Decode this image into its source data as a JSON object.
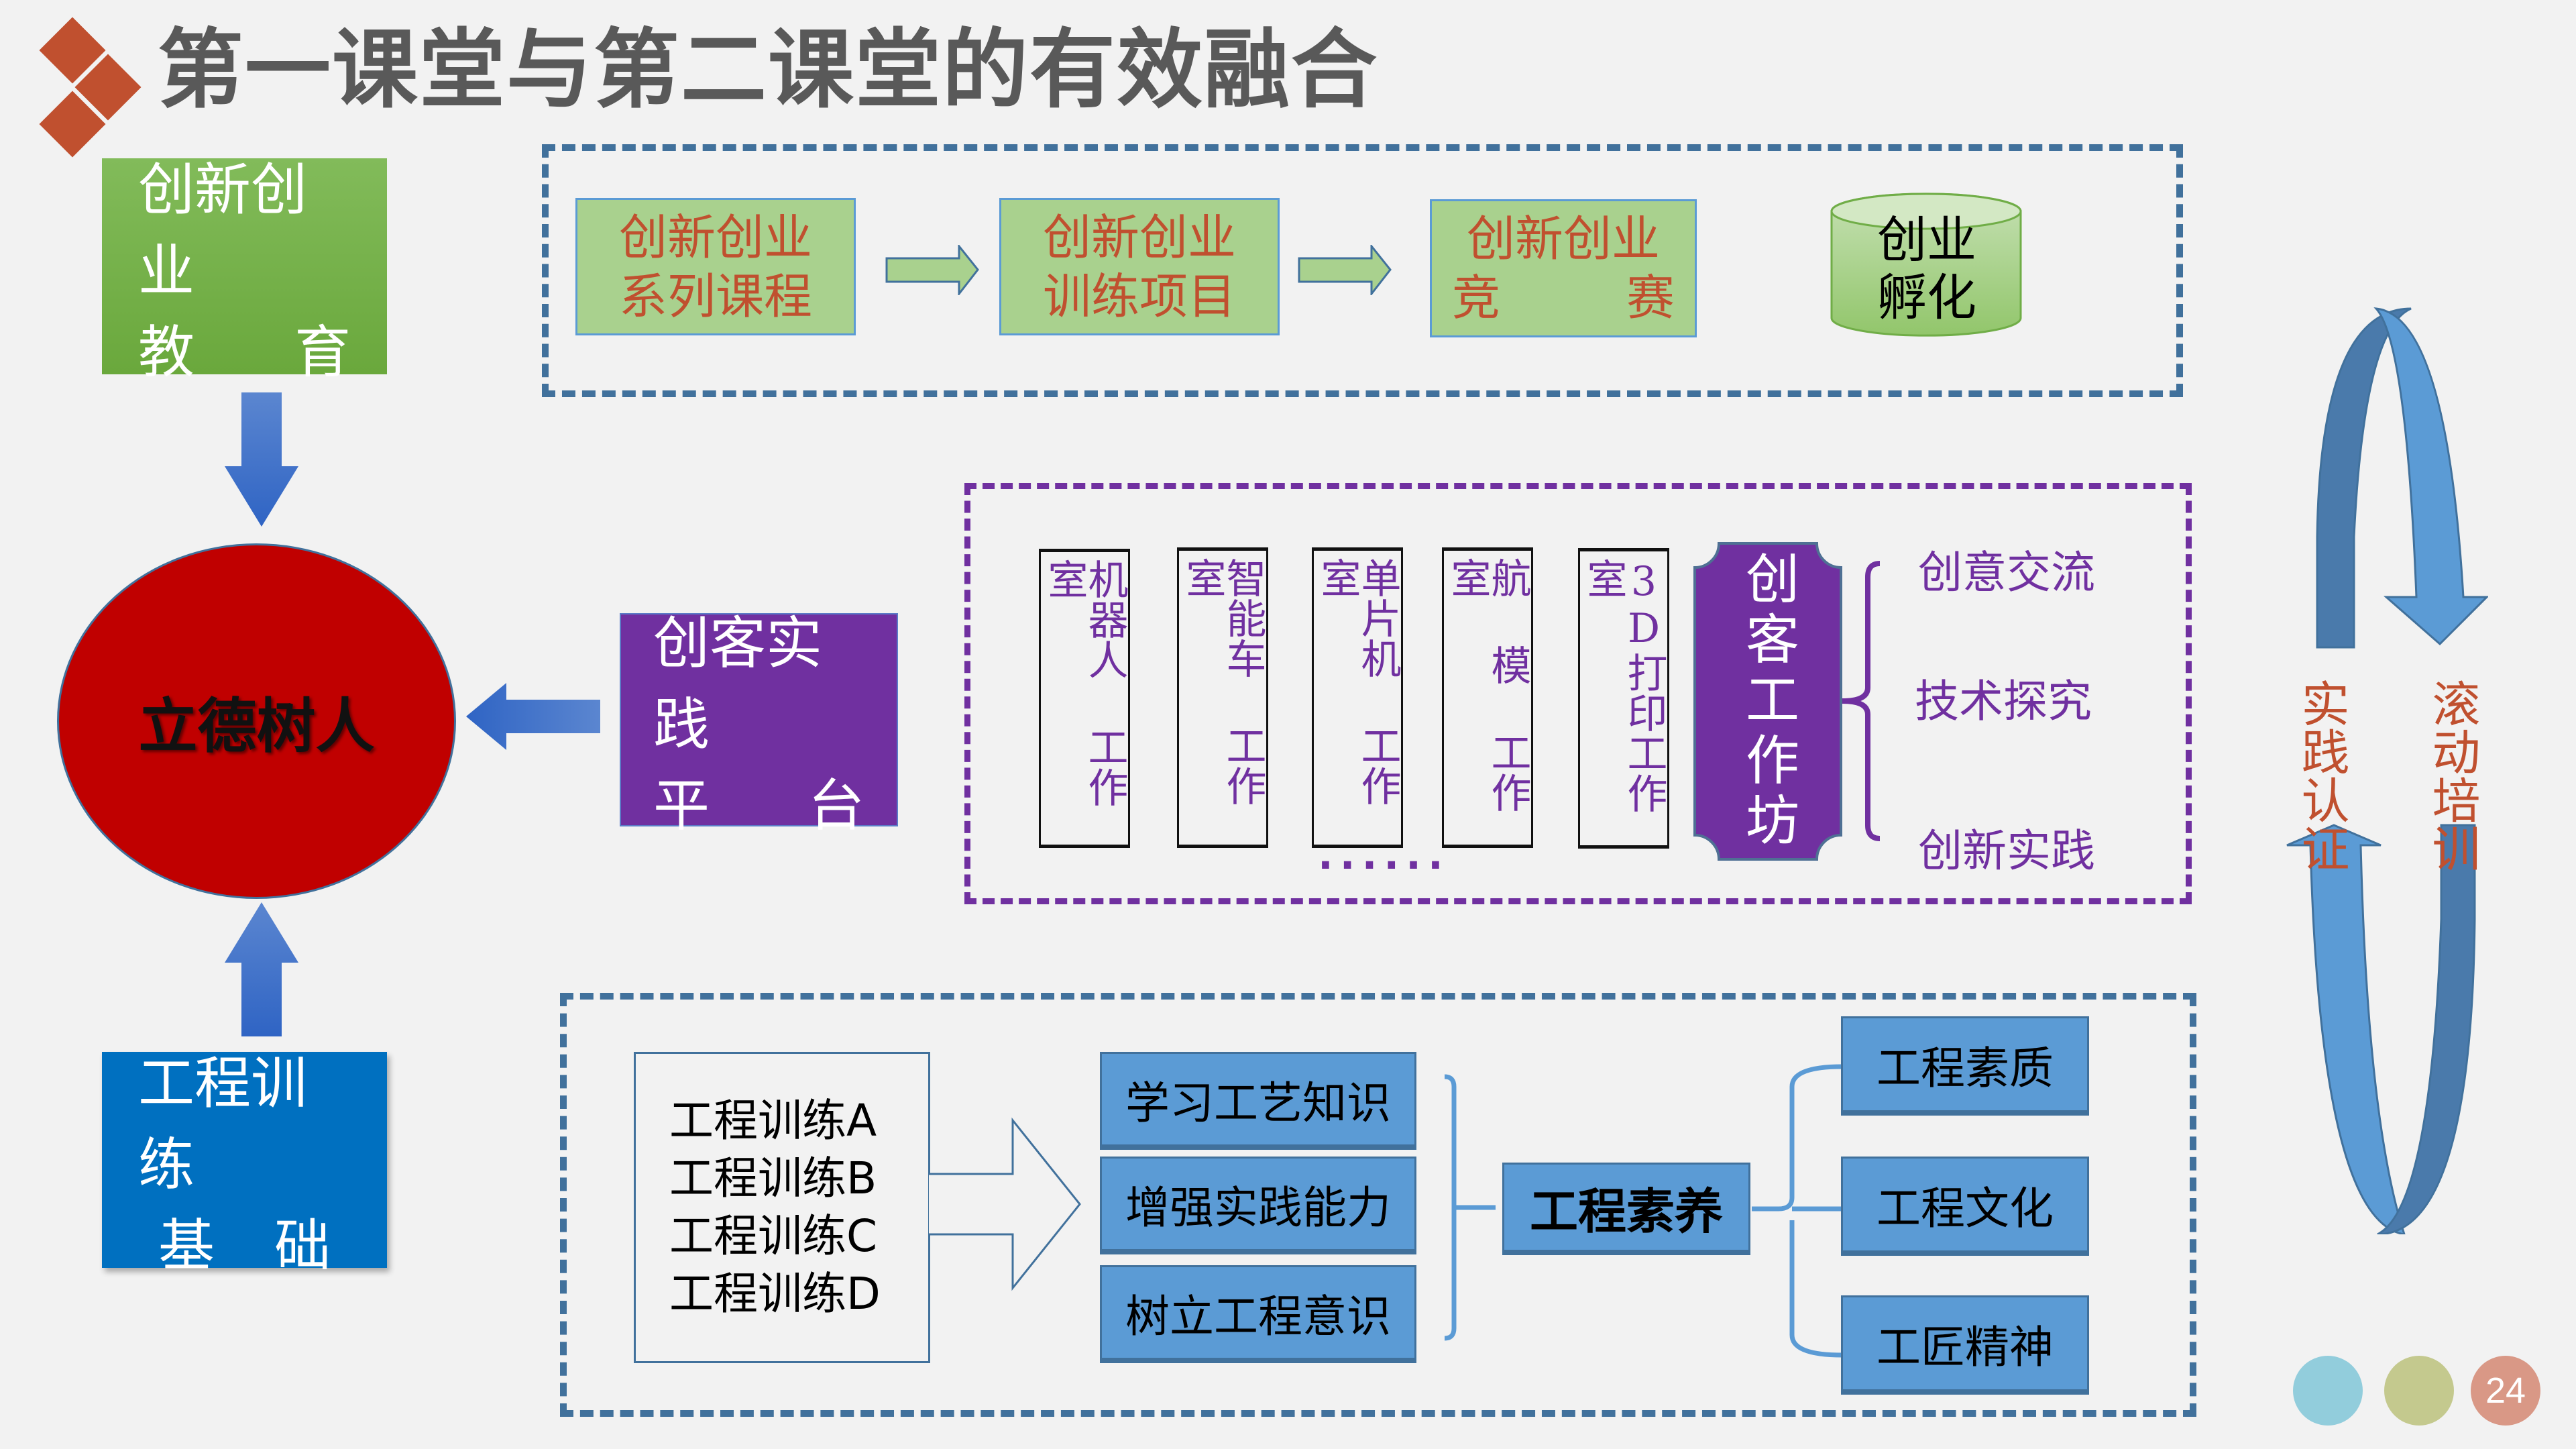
{
  "title": "第一课堂与第二课堂的有效融合",
  "colors": {
    "title_text": "#595959",
    "logo_diamond": "#c0502f",
    "education_box": "#70ad47",
    "engineering_box": "#0070c0",
    "maker_box": "#7030a0",
    "core_ellipse": "#c00000",
    "frame_blue": "#41719c",
    "frame_purple": "#7030a0",
    "light_green_box": "#a9d18e",
    "light_blue_box": "#5b9bd5",
    "accent_red_text": "#c0502f"
  },
  "left_column": {
    "education": {
      "line1": "创新创业",
      "line2_left": "教",
      "line2_right": "育"
    },
    "core": "立德树人",
    "maker_platform": {
      "line1": "创客实践",
      "line2_left": "平",
      "line2_right": "台"
    },
    "engineering": {
      "line1": "工程训练",
      "line2_left": "基",
      "line2_right": "础"
    }
  },
  "top_flow": {
    "steps": [
      {
        "line1": "创新创业",
        "line2": "系列课程"
      },
      {
        "line1": "创新创业",
        "line2": "训练项目"
      },
      {
        "line1": "创新创业",
        "line2_left": "竞",
        "line2_right": "赛"
      }
    ],
    "incubation": {
      "line1": "创业",
      "line2": "孵化"
    }
  },
  "middle": {
    "studios": [
      "机器人 工作室",
      "智能车 工作室",
      "单片机 工作室",
      "航 模 工作室",
      "3D打印工作室"
    ],
    "ellipsis": "......",
    "workshop": "创客工作坊",
    "outcomes": [
      "创意交流",
      "技术探究",
      "创新实践"
    ]
  },
  "bottom": {
    "trainings": [
      "工程训练A",
      "工程训练B",
      "工程训练C",
      "工程训练D"
    ],
    "goals": [
      "学习工艺知识",
      "增强实践能力",
      "树立工程意识"
    ],
    "center": "工程素养",
    "results": [
      "工程素质",
      "工程文化",
      "工匠精神"
    ]
  },
  "cycle": {
    "left": "实践认证",
    "right": "滚动培训"
  },
  "page_number": "24"
}
